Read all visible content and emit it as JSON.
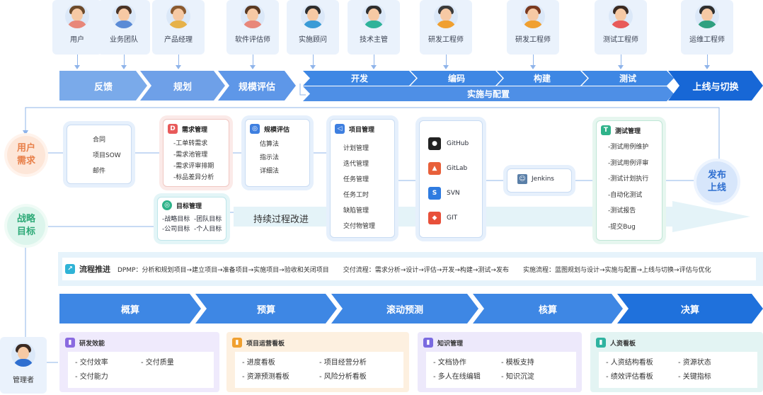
{
  "roles": [
    {
      "label": "用户",
      "hair": "#6b4a2b",
      "shirt": "#e8877a"
    },
    {
      "label": "业务团队",
      "hair": "#4a3426",
      "shirt": "#5b8bd6"
    },
    {
      "label": "产品经理",
      "hair": "#8a5a30",
      "shirt": "#e6b24a"
    },
    {
      "label": "软件评估师",
      "hair": "#5a3a22",
      "shirt": "#e8877a"
    },
    {
      "label": "实施顾问",
      "hair": "#2e2e2e",
      "shirt": "#3a9bd6"
    },
    {
      "label": "技术主管",
      "hair": "#2e2e2e",
      "shirt": "#2fb39a"
    },
    {
      "label": "研发工程师",
      "hair": "#3a3a3a",
      "shirt": "#f0a030"
    },
    {
      "label": "研发工程师",
      "hair": "#7a3a20",
      "shirt": "#f0a030"
    },
    {
      "label": "测试工程师",
      "hair": "#3a2a22",
      "shirt": "#e85a5a"
    },
    {
      "label": "运维工程师",
      "hair": "#2e2e2e",
      "shirt": "#2fa080"
    }
  ],
  "phases": {
    "feedback": "反馈",
    "plan": "规划",
    "estimate": "规模评估",
    "develop": "开发",
    "code": "编码",
    "build": "构建",
    "test": "测试",
    "implement": "实施与配置",
    "release": "上线与切换"
  },
  "circles": {
    "user_demand": "用户\n需求",
    "strategy": "战略\n目标",
    "release": "发布\n上线"
  },
  "cards": {
    "contract": {
      "items": [
        "合同",
        "项目SOW",
        "邮件"
      ]
    },
    "demand": {
      "title": "需求管理",
      "items": [
        "-工单转需求",
        "-需求池管理",
        "-需求评审排期",
        "-标品差异分析"
      ]
    },
    "estimate": {
      "title": "规模评估",
      "items": [
        "估算法",
        "指示法",
        "详细法"
      ]
    },
    "project": {
      "title": "项目管理",
      "items": [
        "计划管理",
        "迭代管理",
        "任务管理",
        "任务工时",
        "缺陷管理",
        "交付物管理"
      ]
    },
    "repos": {
      "items": [
        "GitHub",
        "GitLab",
        "SVN",
        "GIT"
      ]
    },
    "jenkins": {
      "label": "Jenkins"
    },
    "testing": {
      "title": "测试管理",
      "items": [
        "-测试用例维护",
        "-测试用例评审",
        "-测试计划执行",
        "-自动化测试",
        "-测试报告",
        "-提交Bug"
      ]
    },
    "goals": {
      "title": "目标管理",
      "items": [
        "-战略目标",
        "-团队目标",
        "-公司目标",
        "-个人目标"
      ]
    }
  },
  "improve_label": "持续过程改进",
  "process": {
    "title": "流程推进",
    "dpmp": "DPMP：分析和规划项目→建立项目→准备项目→实施项目→验收和关闭项目",
    "delivery": "交付流程：需求分析→设计→评估→开发→构建→测试→发布",
    "implementation": "实施流程：蓝图规划与设计→实施与配置→上线与切换→评估与优化"
  },
  "budget": [
    "概算",
    "预算",
    "滚动预测",
    "核算",
    "决算"
  ],
  "manager": "管理者",
  "dashboards": [
    {
      "title": "研发效能",
      "items": [
        "交付效率",
        "交付质量",
        "交付能力"
      ]
    },
    {
      "title": "项目运营看板",
      "items": [
        "进度看板",
        "项目经营分析",
        "资源预测看板",
        "风险分析看板"
      ]
    },
    {
      "title": "知识管理",
      "items": [
        "文档协作",
        "模板支持",
        "多人在线编辑",
        "知识沉淀"
      ]
    },
    {
      "title": "人资看板",
      "items": [
        "人资结构看板",
        "资源状态",
        "绩效评估看板",
        "关键指标"
      ]
    }
  ],
  "colors": {
    "primary": "#2f7be0",
    "light": "#7aaaea",
    "mid": "#4e8fe6",
    "deep": "#1767d6"
  }
}
